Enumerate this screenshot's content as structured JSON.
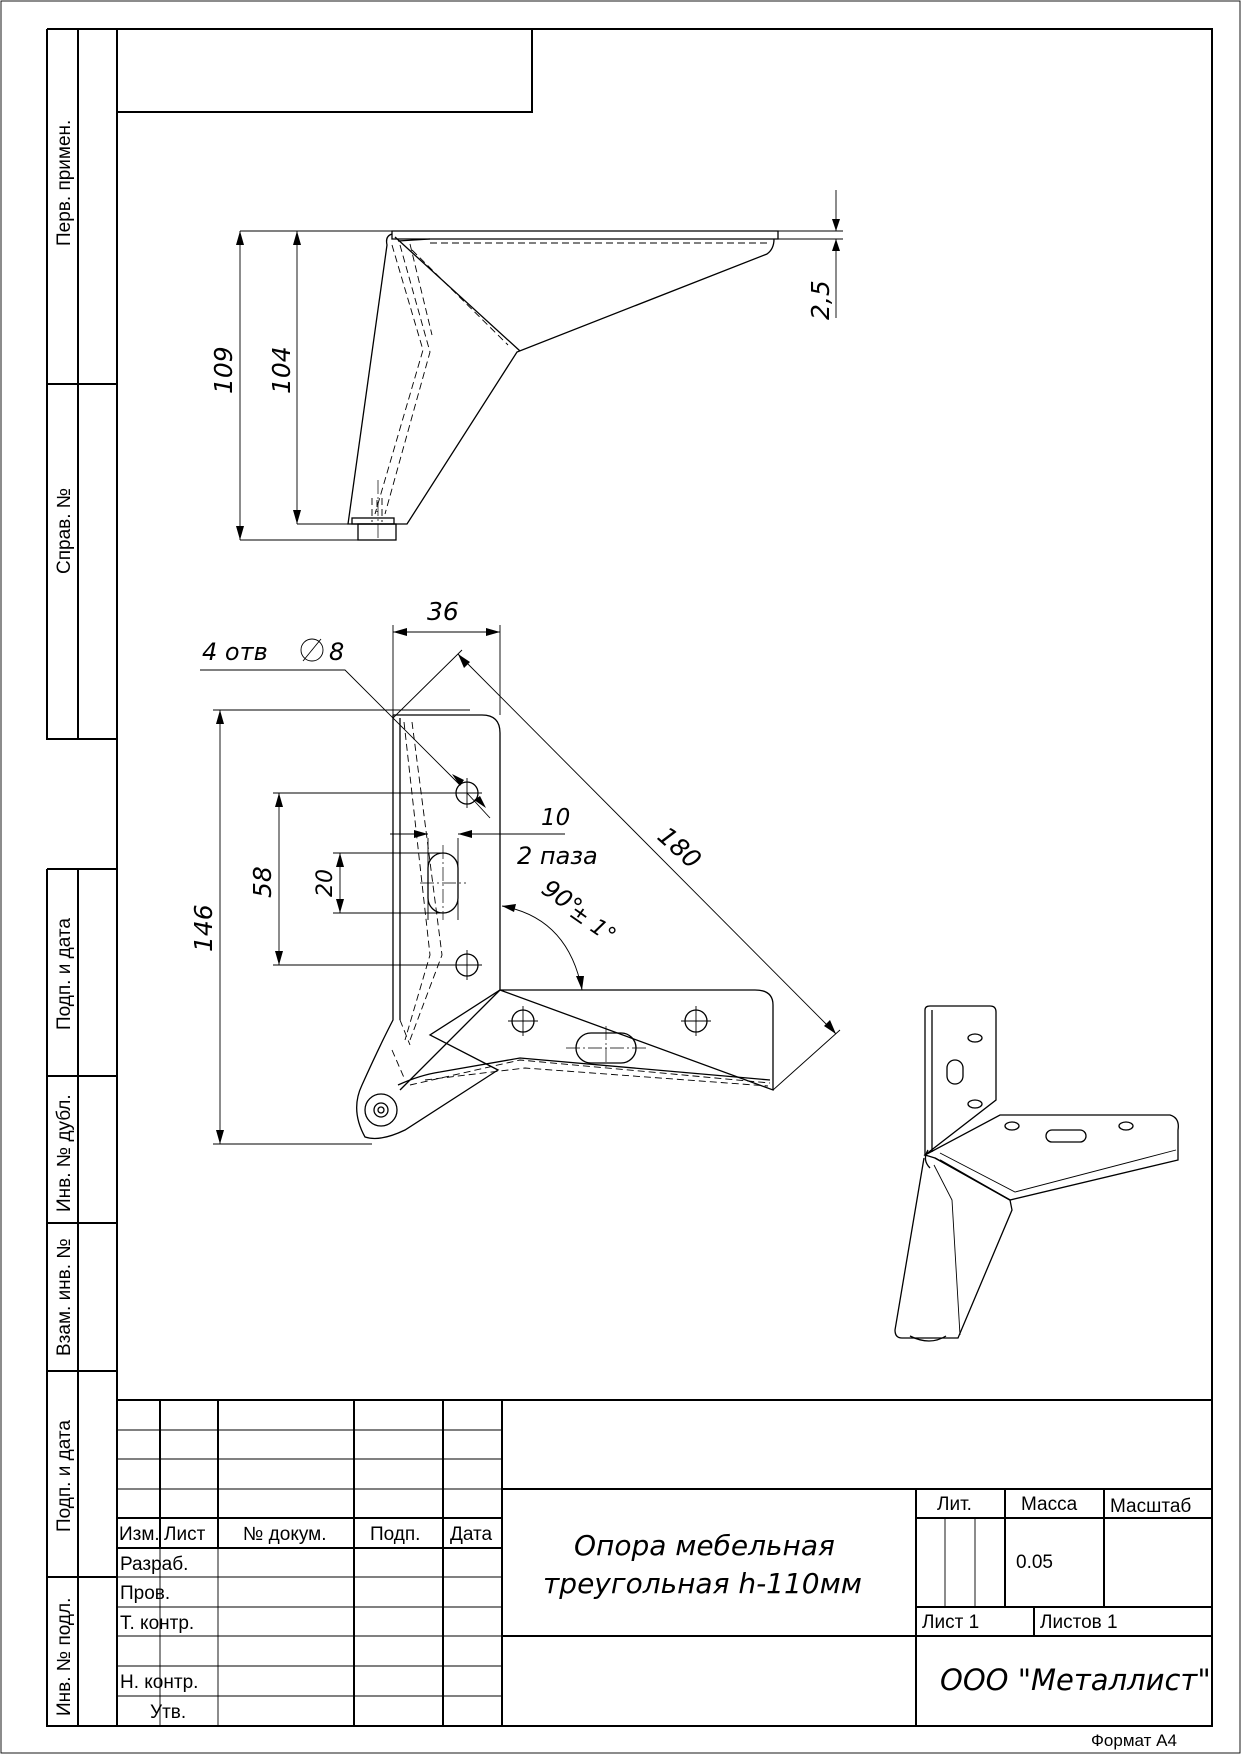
{
  "side_stamps": {
    "perv_primen": "Перв. примен.",
    "sprav_no": "Справ. №",
    "podp_data_1": "Подп. и дата",
    "inv_dubl": "Инв. № дубл.",
    "vzam_inv": "Взам. инв. №",
    "podp_data_2": "Подп. и дата",
    "inv_podl": "Инв. № подл."
  },
  "dimensions": {
    "d109": "109",
    "d104": "104",
    "d2_5": "2,5",
    "d36": "36",
    "holes": "4 отв",
    "dia8": "8",
    "d146": "146",
    "d58": "58",
    "d20": "20",
    "d10": "10",
    "slots": "2 паза",
    "angle": "90°",
    "angle_tol": "± 1°",
    "d180": "180"
  },
  "title_block": {
    "headers": {
      "izm": "Изм.",
      "list": "Лист",
      "doc": "№ докум.",
      "podp": "Подп.",
      "data": "Дата"
    },
    "roles": {
      "razrab": "Разраб.",
      "prov": "Пров.",
      "tkontr": "Т. контр.",
      "nkontr": "Н. контр.",
      "utv": "Утв."
    },
    "title_line1": "Опора мебельная",
    "title_line2": "треугольная h-110мм",
    "lit": "Лит.",
    "massa": "Масса",
    "masshtab": "Масштаб",
    "mass_value": "0.05",
    "sheet": "Лист 1",
    "sheets": "Листов 1",
    "company": "ООО \"Металлист\""
  },
  "format": "Формат А4"
}
